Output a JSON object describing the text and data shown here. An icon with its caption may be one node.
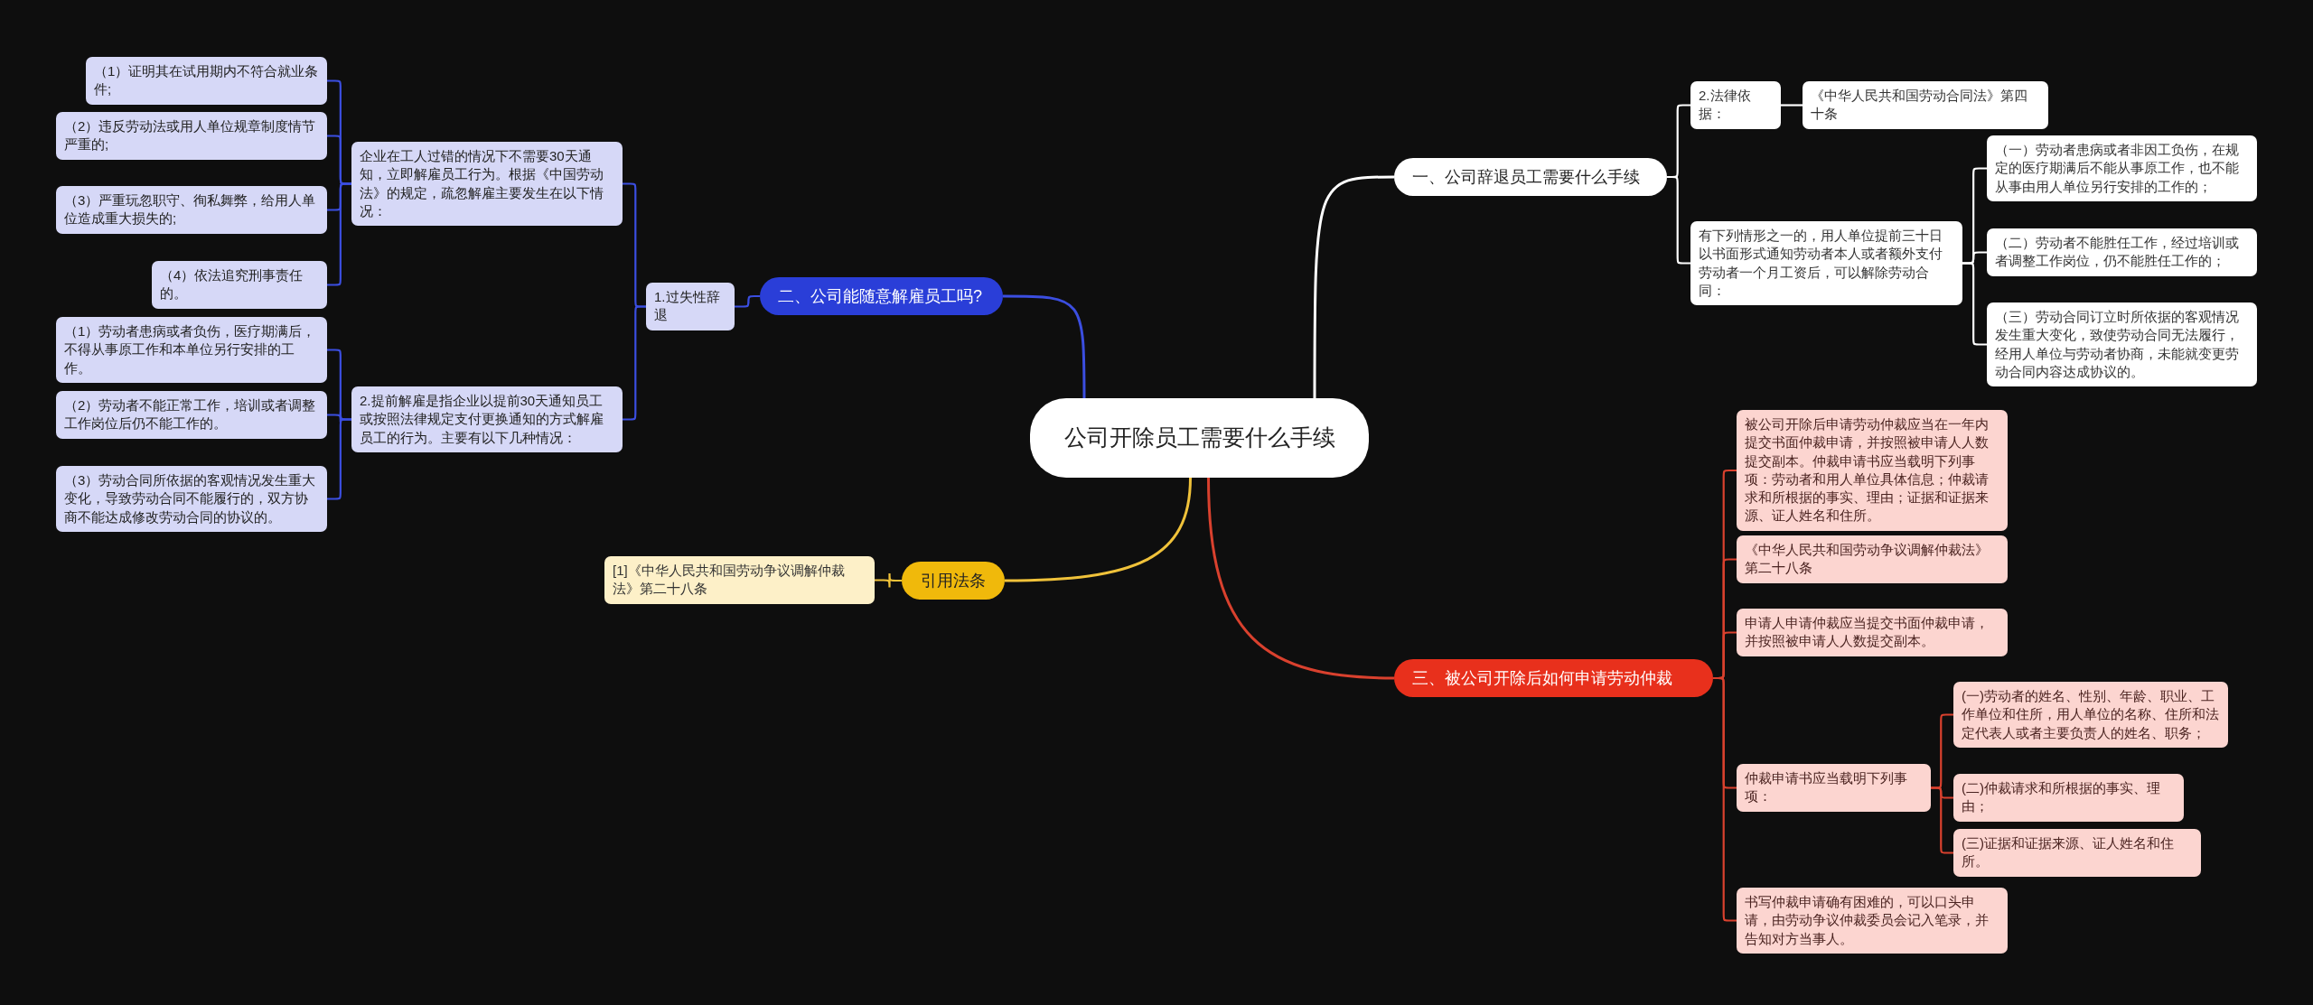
{
  "diagram": {
    "nodes": [
      {
        "text": [
          "公司开除员工需要什么手续"
        ]
      },
      {
        "text": [
          "一、公司辞退员工需要什么手续"
        ]
      },
      {
        "text": [
          "2.法律依据："
        ]
      },
      {
        "text": [
          "《中华人民共和国劳动合同法》第四十条"
        ]
      },
      {
        "text": [
          "有下列情形之一的，用人单位提前三十日以书面形式通知劳动者本人或者额外支付劳动者一个月工资后，可以解除劳动合同："
        ]
      },
      {
        "text": [
          "（一）劳动者患病或者非因工负伤，在规定的医疗期满后不能从事原工作，也不能从事由用人单位另行安排的工作的；"
        ]
      },
      {
        "text": [
          "（二）劳动者不能胜任工作，经过培训或者调整工作岗位，仍不能胜任工作的；"
        ]
      },
      {
        "text": [
          "（三）劳动合同订立时所依据的客观情况发生重大变化，致使劳动合同无法履行，经用人单位与劳动者协商，未能就变更劳动合同内容达成协议的。"
        ]
      },
      {
        "text": [
          "二、公司能随意解雇员工吗?"
        ]
      },
      {
        "text": [
          "1.过失性辞退"
        ]
      },
      {
        "text": [
          "企业在工人过错的情况下不需要30天通知，立即解雇员工行为。根据《中国劳动法》的规定，疏忽解雇主要发生在以下情况："
        ]
      },
      {
        "text": [
          "（1）证明其在试用期内不符合就业条件;"
        ]
      },
      {
        "text": [
          "（2）违反劳动法或用人单位规章制度情节严重的;"
        ]
      },
      {
        "text": [
          "（3）严重玩忽职守、徇私舞弊，给用人单位造成重大损失的;"
        ]
      },
      {
        "text": [
          "（4）依法追究刑事责任的。"
        ]
      },
      {
        "text": [
          "2.提前解雇是指企业以提前30天通知员工或按照法律规定支付更换通知的方式解雇员工的行为。主要有以下几种情况："
        ]
      },
      {
        "text": [
          "（1）劳动者患病或者负伤，医疗期满后，不得从事原工作和本单位另行安排的工作。"
        ]
      },
      {
        "text": [
          "（2）劳动者不能正常工作，培训或者调整工作岗位后仍不能工作的。"
        ]
      },
      {
        "text": [
          "（3）劳动合同所依据的客观情况发生重大变化，导致劳动合同不能履行的，双方协商不能达成修改劳动合同的协议的。"
        ]
      },
      {
        "text": [
          "引用法条"
        ]
      },
      {
        "text": [
          "[1]《中华人民共和国劳动争议调解仲裁法》第二十八条"
        ]
      },
      {
        "text": [
          "三、被公司开除后如何申请劳动仲裁"
        ]
      },
      {
        "text": [
          "被公司开除后申请劳动仲裁应当在一年内提交书面仲裁申请，并按照被申请人人数提交副本。仲裁申请书应当载明下列事项：劳动者和用人单位具体信息；仲裁请求和所根据的事实、理由；证据和证据来源、证人姓名和住所。"
        ]
      },
      {
        "text": [
          "《中华人民共和国劳动争议调解仲裁法》第二十八条"
        ]
      },
      {
        "text": [
          "申请人申请仲裁应当提交书面仲裁申请，并按照被申请人人数提交副本。"
        ]
      },
      {
        "text": [
          "仲裁申请书应当载明下列事项："
        ]
      },
      {
        "text": [
          "(一)劳动者的姓名、性别、年龄、职业、工作单位和住所，用人单位的名称、住所和法定代表人或者主要负责人的姓名、职务；"
        ]
      },
      {
        "text": [
          "(二)仲裁请求和所根据的事实、理由；"
        ]
      },
      {
        "text": [
          "(三)证据和证据来源、证人姓名和住所。"
        ]
      },
      {
        "text": [
          "书写仲裁申请确有困难的，可以口头申请，由劳动争议仲裁委员会记入笔录，并告知对方当事人。"
        ]
      }
    ],
    "edges": [
      {
        "from": 0,
        "to": 1,
        "arrow": "none",
        "color": "#ffffff"
      },
      {
        "from": 1,
        "to": 2,
        "arrow": "none",
        "color": "#ffffff"
      },
      {
        "from": 2,
        "to": 3,
        "arrow": "none",
        "color": "#ffffff"
      },
      {
        "from": 1,
        "to": 4,
        "arrow": "none",
        "color": "#ffffff"
      },
      {
        "from": 4,
        "to": 5,
        "arrow": "none",
        "color": "#ffffff"
      },
      {
        "from": 4,
        "to": 6,
        "arrow": "none",
        "color": "#ffffff"
      },
      {
        "from": 4,
        "to": 7,
        "arrow": "none",
        "color": "#ffffff"
      },
      {
        "from": 0,
        "to": 8,
        "arrow": "none"
      },
      {
        "from": 8,
        "to": 9,
        "arrow": "none"
      },
      {
        "from": 9,
        "to": 10,
        "arrow": "none"
      },
      {
        "from": 10,
        "to": 11,
        "arrow": "none"
      },
      {
        "from": 10,
        "to": 12,
        "arrow": "none"
      },
      {
        "from": 10,
        "to": 13,
        "arrow": "none"
      },
      {
        "from": 10,
        "to": 14,
        "arrow": "none"
      },
      {
        "from": 9,
        "to": 15,
        "arrow": "none"
      },
      {
        "from": 15,
        "to": 16,
        "arrow": "none"
      },
      {
        "from": 15,
        "to": 17,
        "arrow": "none"
      },
      {
        "from": 15,
        "to": 18,
        "arrow": "none"
      },
      {
        "from": 0,
        "to": 19,
        "arrow": "none",
        "color": "#f0c23a"
      },
      {
        "from": 19,
        "to": 20,
        "arrow": "none",
        "color": "#f0c23a"
      },
      {
        "from": 0,
        "to": 21,
        "arrow": "none",
        "color": "#d9412e"
      },
      {
        "from": 21,
        "to": 22,
        "arrow": "none",
        "color": "#d9412e"
      },
      {
        "from": 21,
        "to": 23,
        "arrow": "none",
        "color": "#d9412e"
      },
      {
        "from": 21,
        "to": 24,
        "arrow": "none",
        "color": "#d9412e"
      },
      {
        "from": 21,
        "to": 25,
        "arrow": "none",
        "color": "#d9412e"
      },
      {
        "from": 25,
        "to": 26,
        "arrow": "none",
        "color": "#d9412e"
      },
      {
        "from": 25,
        "to": 27,
        "arrow": "none",
        "color": "#d9412e"
      },
      {
        "from": 25,
        "to": 28,
        "arrow": "none",
        "color": "#d9412e"
      },
      {
        "from": 21,
        "to": 29,
        "arrow": "none",
        "color": "#d9412e"
      }
    ]
  }
}
